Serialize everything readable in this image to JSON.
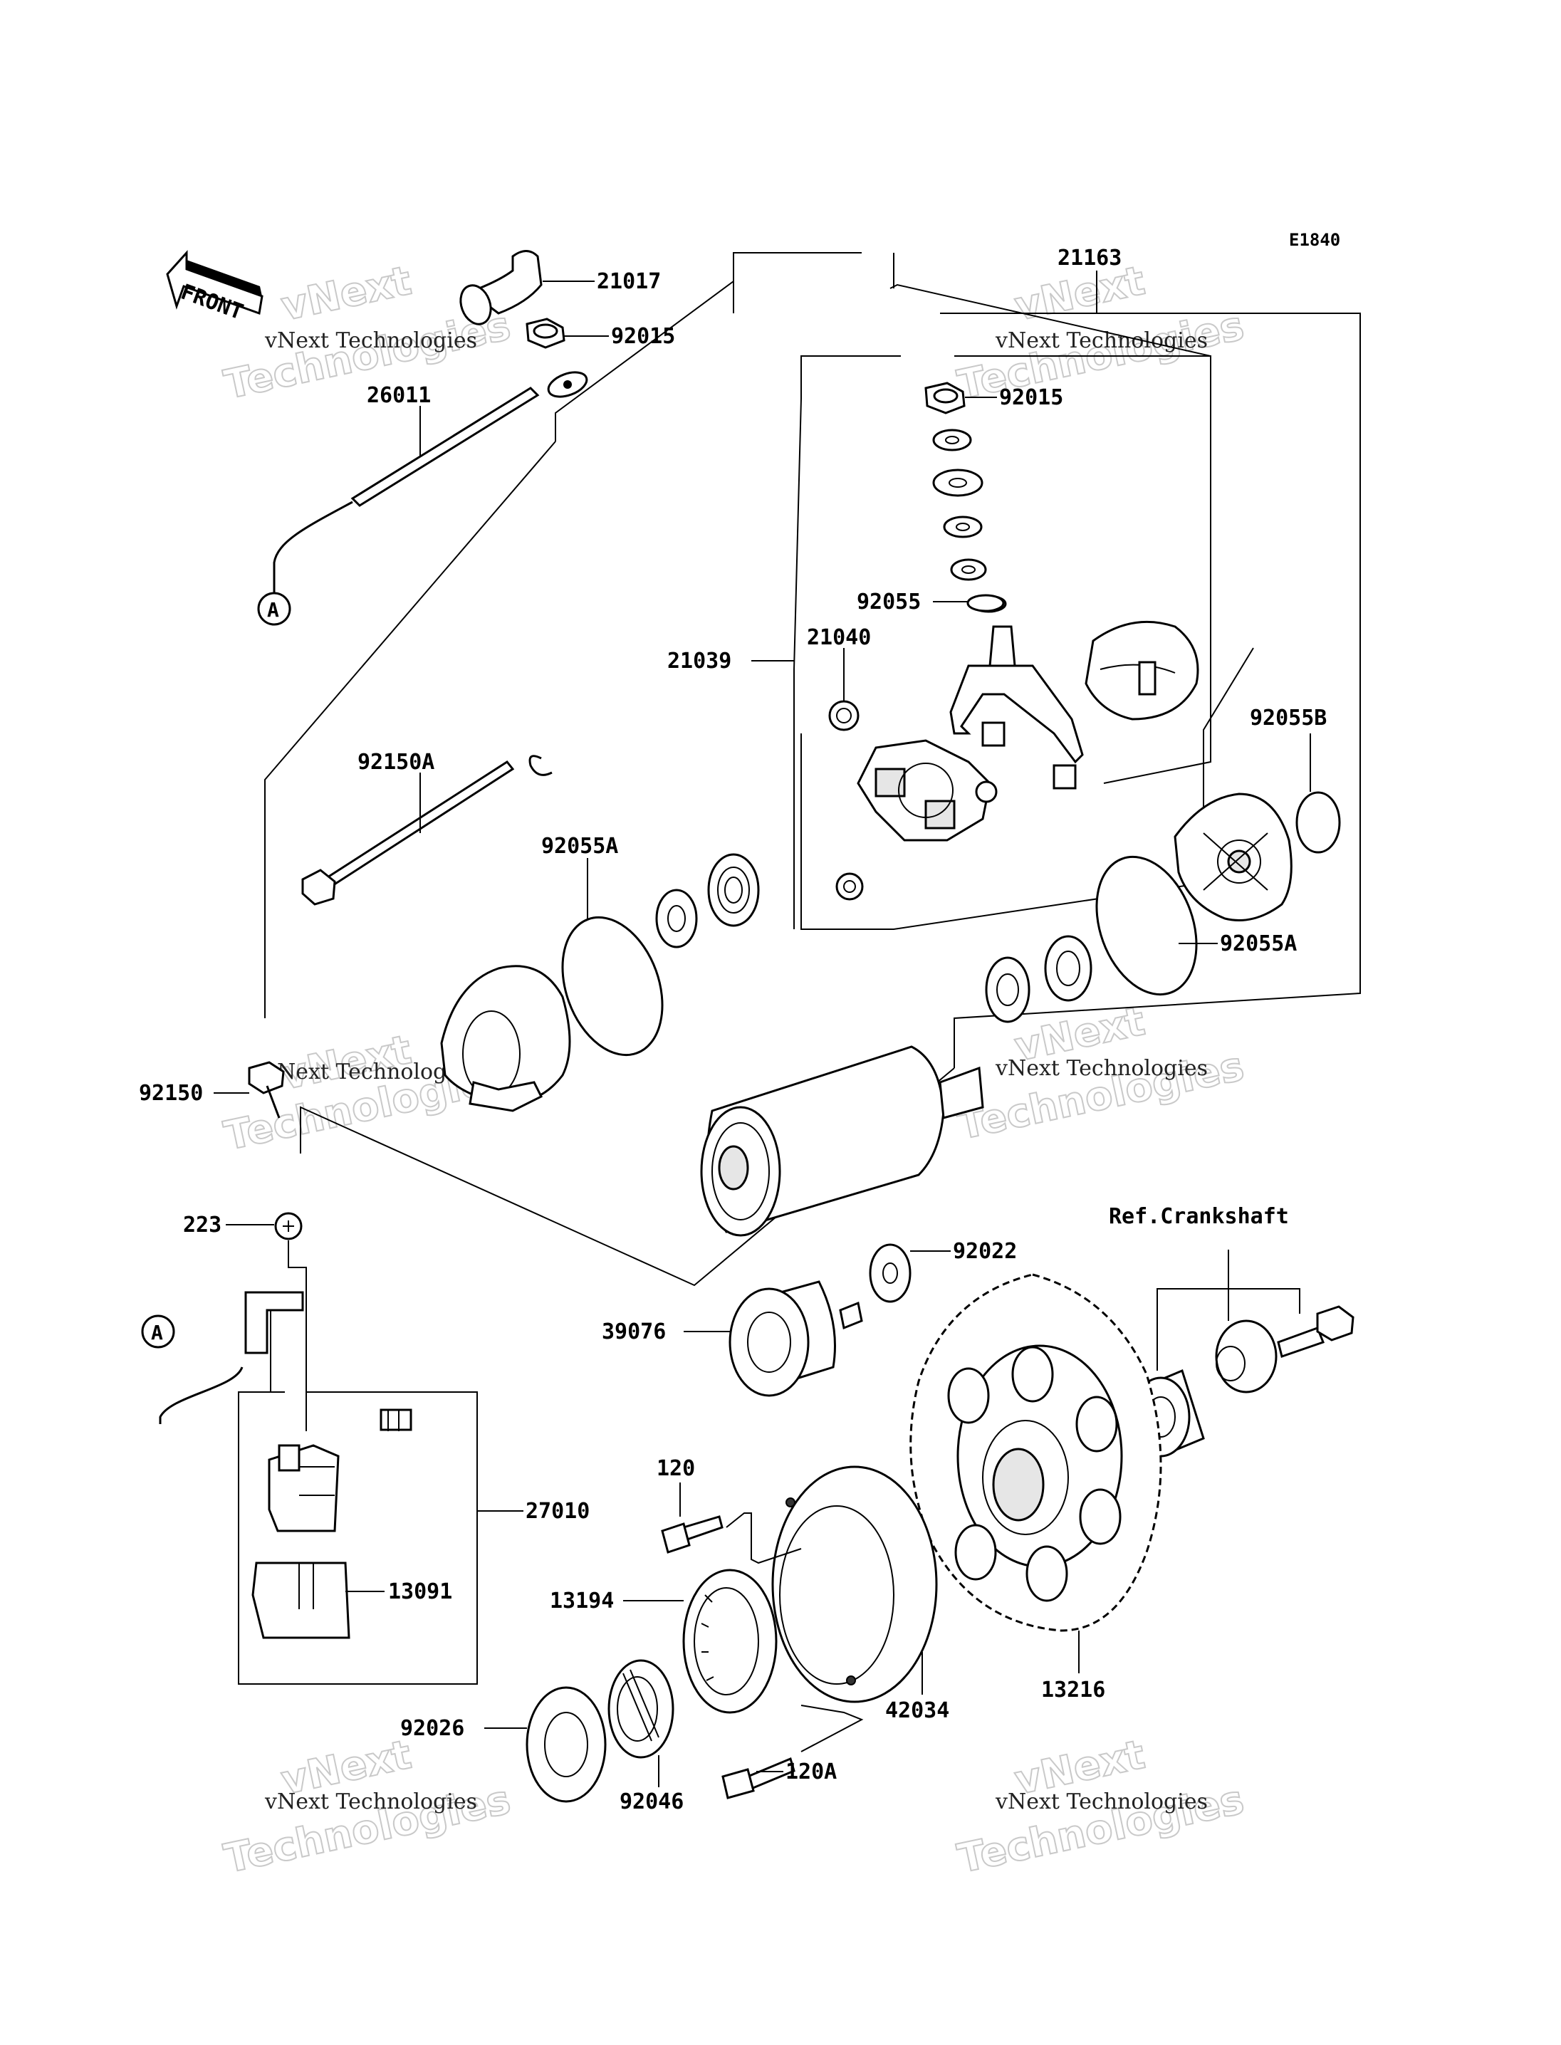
{
  "diagram_code": "E1840",
  "front_label": "FRONT",
  "watermark": {
    "line1": "vNext Technologies",
    "line2": "vNext",
    "line3": "Technologies"
  },
  "callouts": {
    "c21017": "21017",
    "c92015a": "92015",
    "c26011": "26011",
    "c21163": "21163",
    "c92015b": "92015",
    "c92055": "92055",
    "c21039": "21039",
    "c21040": "21040",
    "c92055b": "92055B",
    "c92150a": "92150A",
    "c92055a1": "92055A",
    "c92055a2": "92055A",
    "c92150": "92150",
    "c223": "223",
    "c92022": "92022",
    "cref": "Ref.Crankshaft",
    "c39076": "39076",
    "c120": "120",
    "c27010": "27010",
    "c13194": "13194",
    "c13091": "13091",
    "c42034": "42034",
    "c13216": "13216",
    "c92026": "92026",
    "c120a": "120A",
    "c92046": "92046"
  },
  "connector_marks": {
    "top": "A",
    "bottom": "A"
  }
}
